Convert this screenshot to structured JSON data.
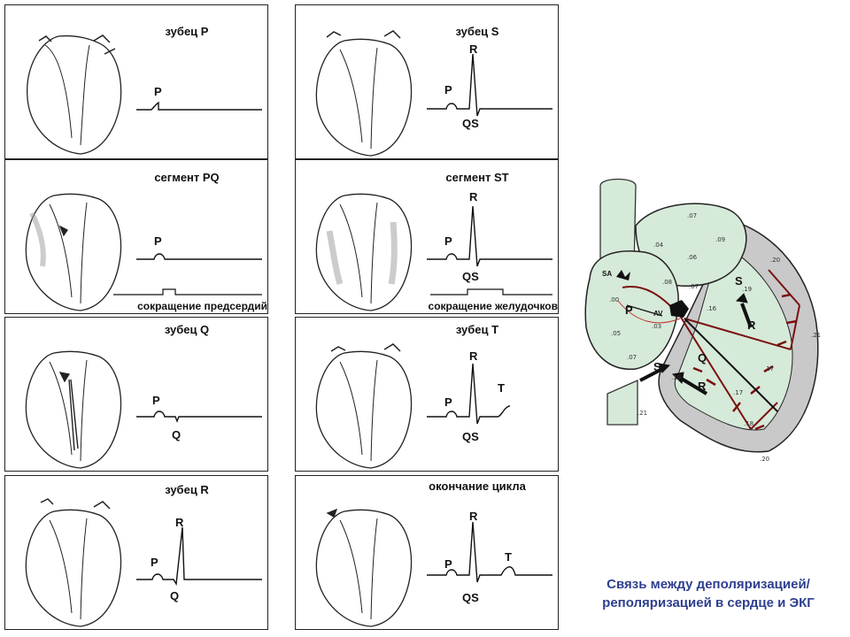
{
  "panels": [
    {
      "title": "зубец P",
      "labels": {
        "p": "P"
      }
    },
    {
      "title": "сегмент PQ",
      "labels": {
        "p": "P"
      },
      "bar": "сокращение предсердий"
    },
    {
      "title": "зубец Q",
      "labels": {
        "p": "P",
        "q": "Q"
      }
    },
    {
      "title": "зубец R",
      "labels": {
        "p": "P",
        "r": "R",
        "q": "Q"
      }
    },
    {
      "title": "зубец S",
      "labels": {
        "p": "P",
        "r": "R",
        "qs": "QS"
      }
    },
    {
      "title": "сегмент ST",
      "labels": {
        "p": "P",
        "r": "R",
        "qs": "QS"
      },
      "bar": "сокращение желудочков"
    },
    {
      "title": "зубец T",
      "labels": {
        "p": "P",
        "r": "R",
        "qs": "QS",
        "t": "T"
      }
    },
    {
      "title": "окончание цикла",
      "labels": {
        "p": "P",
        "r": "R",
        "qs": "QS",
        "t": "T"
      }
    }
  ],
  "big_heart": {
    "labels": {
      "sa": "SA",
      "av": "AV",
      "p": "P",
      "s1": "S",
      "r1": "R",
      "q": "Q",
      "s2": "S",
      "r2": "R"
    },
    "numbers": {
      "n1": ".07",
      "n2": ".09",
      "n3": ".04",
      "n4": ".06",
      "n5": ".08",
      "n6": ".07",
      "n7": ".00",
      "n8": ".05",
      "n9": ".03",
      "n10": ".07",
      "n11": ".16",
      "n12": ".19",
      "n13": ".20",
      "n14": ".21",
      "n15": ".17",
      "n16": ".19",
      "n17": ".17",
      "n18": ".18",
      "n19": ".21",
      "n20": ".20"
    }
  },
  "caption": {
    "line1": "Связь между деполяризацией/",
    "line2": "реполяризацией в сердце и ЭКГ"
  }
}
